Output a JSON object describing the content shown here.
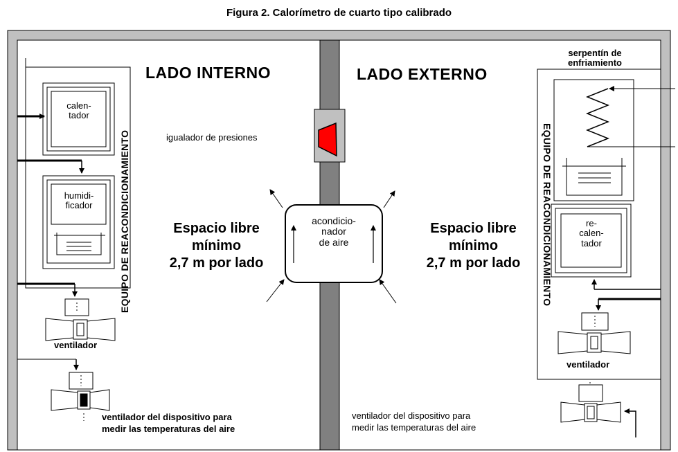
{
  "figure": {
    "title": "Figura 2. Calorímetro de cuarto tipo calibrado"
  },
  "inside": {
    "side_label": "LADO INTERNO",
    "equipment_label": "EQUIPO DE REACONDICIONAMIENTO",
    "heater": "calen-\ntador",
    "humidifier": "humidi-\nficador",
    "fan": "ventilador",
    "clearance": "Espacio libre\nmínimo\n2,7 m por lado",
    "measure_fan": "ventilador del dispositivo para\nmedir las temperaturas del aire"
  },
  "outside": {
    "side_label": "LADO EXTERNO",
    "cooling_coil": "serpentín de\nenfriamiento",
    "equipment_label": "EQUIPO DE REACONDICIONAMIENTO",
    "reheater": "re-\ncalen-\ntador",
    "fan": "ventilador",
    "clearance": "Espacio libre\nmínimo\n2,7 m por lado",
    "measure_fan": "ventilador del dispositivo para\nmedir las temperaturas del aire"
  },
  "center": {
    "pressure_equalizer": "igualador de presiones",
    "air_conditioner": "acondicio-\nnador\nde aire"
  },
  "colors": {
    "frame": "#c0c0c0",
    "partition": "#808080",
    "equalizer_box": "#c0c0c0",
    "equalizer_damper": "#ff0000"
  }
}
